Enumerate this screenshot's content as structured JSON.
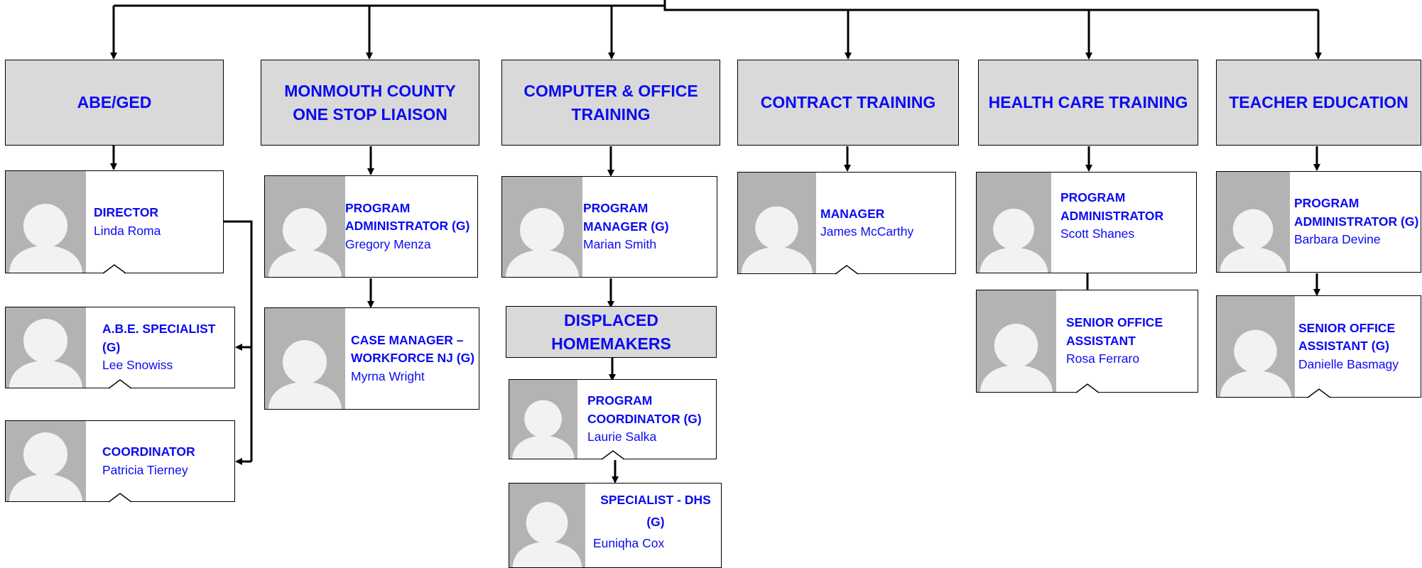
{
  "departments": [
    {
      "title": "ABE/GED"
    },
    {
      "title": "MONMOUTH COUNTY ONE STOP LIAISON"
    },
    {
      "title": "COMPUTER & OFFICE TRAINING"
    },
    {
      "title": "CONTRACT TRAINING"
    },
    {
      "title": "HEALTH CARE TRAINING"
    },
    {
      "title": "TEACHER EDUCATION"
    }
  ],
  "sub_departments": [
    {
      "title": "DISPLACED HOMEMAKERS"
    }
  ],
  "positions": [
    {
      "title": "DIRECTOR",
      "name": "Linda Roma"
    },
    {
      "title": "A.B.E. SPECIALIST (G)",
      "name": "Lee Snowiss"
    },
    {
      "title": "COORDINATOR",
      "name": "Patricia Tierney"
    },
    {
      "title": "PROGRAM ADMINISTRATOR (G)",
      "name": "Gregory Menza"
    },
    {
      "title": "CASE MANAGER – WORKFORCE NJ (G)",
      "name": "Myrna Wright"
    },
    {
      "title": "PROGRAM MANAGER (G)",
      "name": "Marian Smith"
    },
    {
      "title": "PROGRAM COORDINATOR (G)",
      "name": "Laurie Salka"
    },
    {
      "title": "SPECIALIST - DHS (G)",
      "name": "Euniqha Cox"
    },
    {
      "title": "MANAGER",
      "name": "James McCarthy"
    },
    {
      "title": "PROGRAM ADMINISTRATOR",
      "name": "Scott Shanes"
    },
    {
      "title": "SENIOR OFFICE ASSISTANT",
      "name": "Rosa Ferraro"
    },
    {
      "title": "PROGRAM ADMINISTRATOR (G)",
      "name": "Barbara Devine"
    },
    {
      "title": "SENIOR OFFICE ASSISTANT (G)",
      "name": "Danielle Basmagy"
    }
  ],
  "colors": {
    "text": "#0b0bf2",
    "header_fill": "#d9d9d9",
    "photo_fill": "#b3b3b3"
  },
  "icons": {
    "photo": "person-silhouette-icon"
  }
}
